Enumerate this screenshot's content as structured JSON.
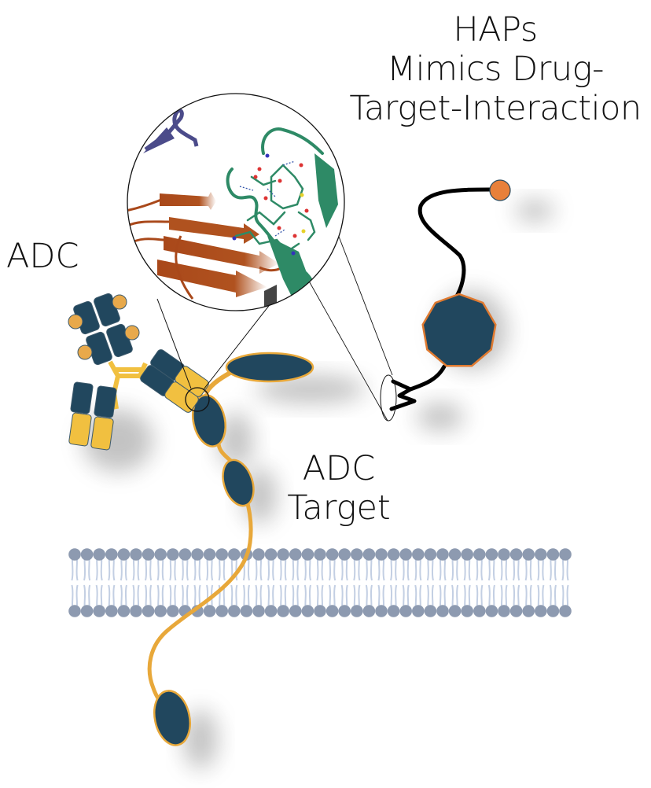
{
  "diagram": {
    "title_lines": [
      "HAPs",
      "Mimics Drug-",
      "Target-Interaction"
    ],
    "adc_label": "ADC",
    "target_label_lines": [
      "ADC",
      "Target"
    ],
    "components": [
      {
        "id": "adc",
        "label": "ADC",
        "description": "antibody-drug conjugate with four payload spheres"
      },
      {
        "id": "adc-target",
        "label": "ADC Target",
        "description": "transmembrane receptor with four extracellular/intracellular domains"
      },
      {
        "id": "zoom-inset",
        "description": "magnified protein structure showing binding interface (beta sheets and stick residues with hydrogen bonds)"
      },
      {
        "id": "hap",
        "label": "HAPs",
        "description": "peptide mimic: loop with nonagon core and terminal sphere"
      },
      {
        "id": "membrane",
        "description": "phospholipid bilayer"
      }
    ],
    "colors": {
      "domain_fill": "#21475e",
      "antibody_yellow": "#f1c040",
      "linker_orange": "#e8a83a",
      "payload_orange": "#e8a94b",
      "hap_sphere": "#e8803a",
      "hap_outline": "#e07a30",
      "lipid_head": "#8d9ab0",
      "lipid_tail": "#c3cfe3",
      "strand_brown": "#b0521f",
      "strand_green": "#2e8a66",
      "strand_purple": "#4b4b8a"
    }
  }
}
